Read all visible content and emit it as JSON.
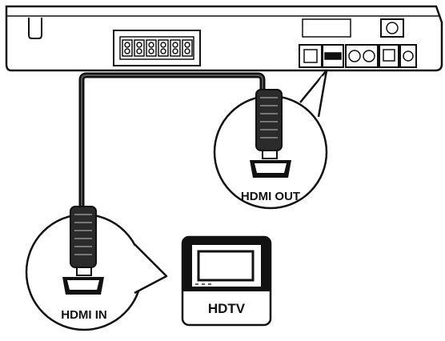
{
  "labels": {
    "hdmi_out": "HDMI OUT",
    "hdmi_in": "HDMI IN",
    "hdtv": "HDTV"
  },
  "colors": {
    "line": "#111111",
    "panel": "#ffffff",
    "cable": "#2b2b2b"
  },
  "icons": {
    "player": "player-rear-panel-icon",
    "tv": "tv-icon",
    "connector": "hdmi-connector-icon"
  }
}
